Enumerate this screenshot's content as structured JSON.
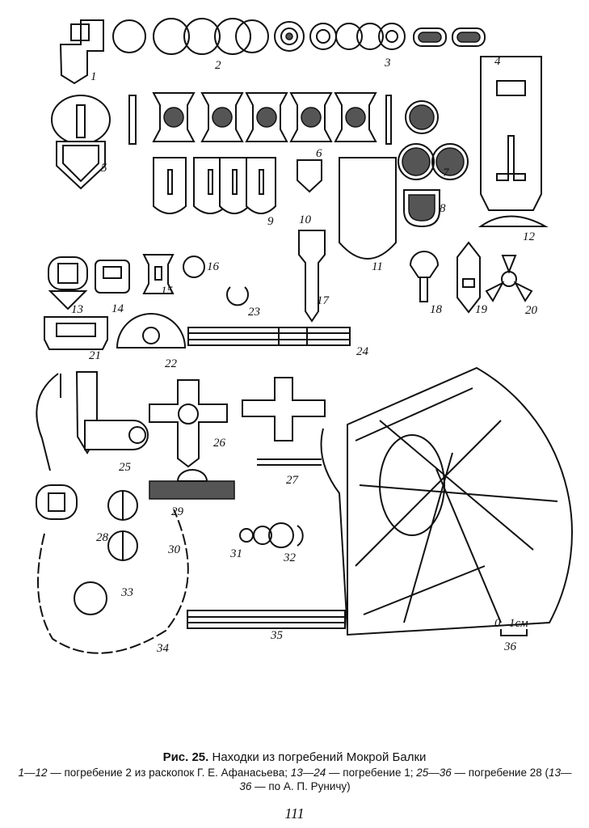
{
  "figure": {
    "labels": [
      "1",
      "2",
      "3",
      "4",
      "5",
      "6",
      "7",
      "8",
      "9",
      "10",
      "11",
      "12",
      "13",
      "14",
      "15",
      "16",
      "17",
      "18",
      "19",
      "20",
      "21",
      "22",
      "23",
      "24",
      "25",
      "26",
      "27",
      "28",
      "29",
      "30",
      "31",
      "32",
      "33",
      "34",
      "35",
      "36"
    ],
    "scale": {
      "zero": "0",
      "unit": "1см"
    }
  },
  "caption": {
    "fig_ref": "Рис. 25.",
    "title": "Находки из погребений Мокрой Балки",
    "r1": "1—12",
    "t1": " — погребение 2 из раскопок Г. Е. Афанасьева; ",
    "r2": "13—24",
    "t2": " — погребение 1; ",
    "r3": "25—36",
    "t3": " — погребение 28 (",
    "r4": "13—36",
    "t4": " — по А. П. Руничу)"
  },
  "page_number": "111"
}
